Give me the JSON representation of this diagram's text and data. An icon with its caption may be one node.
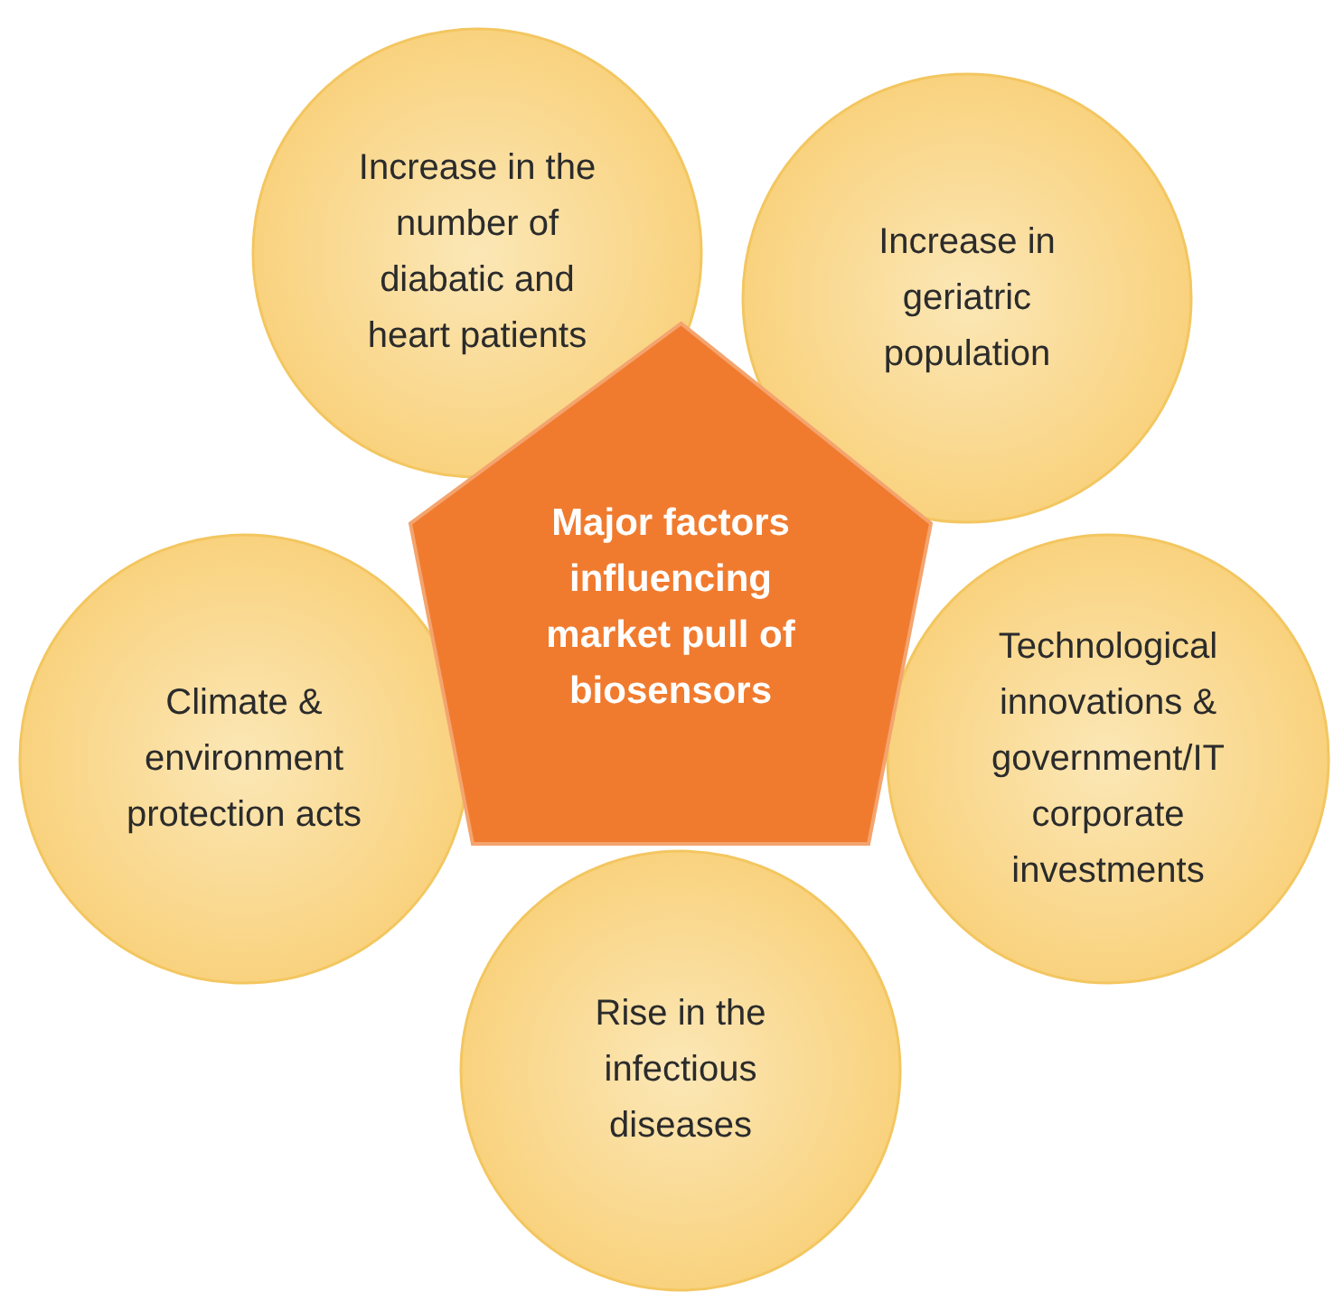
{
  "diagram": {
    "nodes": [
      {
        "text": [
          "Increase in the number of diabatic and heart patients"
        ]
      },
      {
        "text": [
          "Increase in geriatric population"
        ]
      },
      {
        "text": [
          "Major factors influencing market pull of biosensors"
        ]
      },
      {
        "text": [
          "Climate & environment protection acts"
        ]
      },
      {
        "text": [
          "Technological innovations & government/IT corporate investments"
        ]
      },
      {
        "text": [
          "Rise in the infectious diseases"
        ]
      }
    ]
  }
}
